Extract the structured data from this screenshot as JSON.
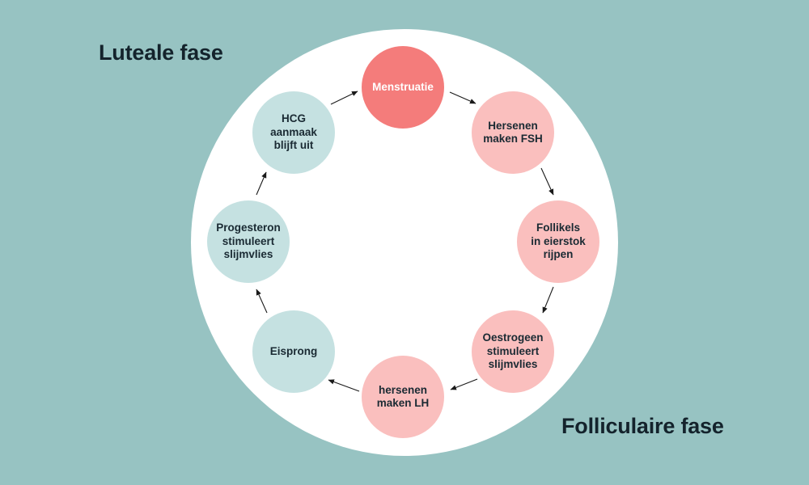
{
  "colors": {
    "background": "#97c3c2",
    "outer_circle": "#ffffff",
    "menstruation": "#f47c7b",
    "follicular_step": "#fabfbe",
    "luteal_step": "#c5e1e1",
    "menstruation_text": "#ffffff",
    "step_text": "#1a2a33",
    "arrow": "#1a1a1a"
  },
  "phases": {
    "luteal": "Luteale fase",
    "follicular": "Folliculaire fase"
  },
  "steps": [
    {
      "label": "Menstruatie",
      "group": "menstruation"
    },
    {
      "label": "Hersenen\nmaken FSH",
      "group": "follicular"
    },
    {
      "label": "Follikels\nin eierstok\nrijpen",
      "group": "follicular"
    },
    {
      "label": "Oestrogeen\nstimuleert\nslijmvlies",
      "group": "follicular"
    },
    {
      "label": "hersenen\nmaken LH",
      "group": "follicular"
    },
    {
      "label": "Eisprong",
      "group": "luteal"
    },
    {
      "label": "Progesteron\nstimuleert\nslijmvlies",
      "group": "luteal"
    },
    {
      "label": "HCG\naanmaak\nblijft uit",
      "group": "luteal"
    }
  ]
}
